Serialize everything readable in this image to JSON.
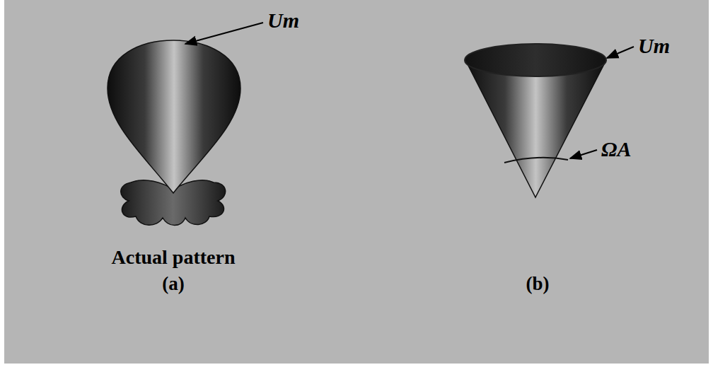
{
  "diagram": {
    "labels": [
      "Um",
      "Actual pattern",
      "(a)",
      "Um",
      "ΩA",
      "(b)"
    ]
  }
}
